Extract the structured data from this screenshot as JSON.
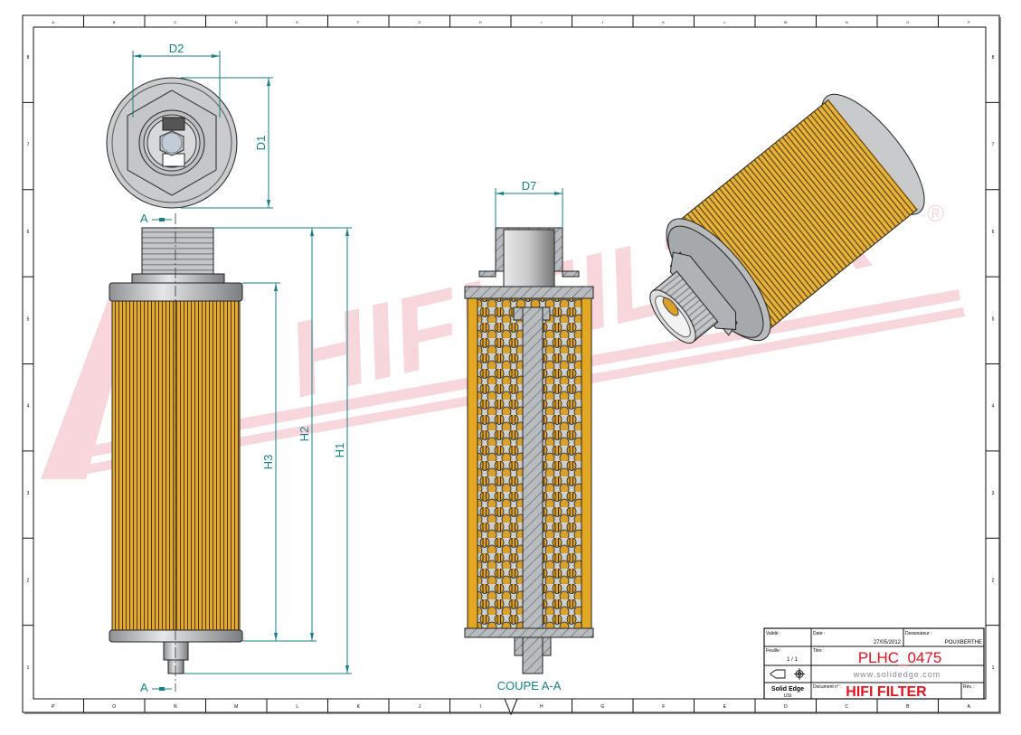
{
  "border": {
    "top_labels": [
      "A",
      "B",
      "C",
      "D",
      "E",
      "F",
      "G",
      "H",
      "I",
      "J",
      "K",
      "L",
      "M",
      "N",
      "O",
      "P"
    ],
    "bottom_labels": [
      "P",
      "O",
      "N",
      "M",
      "L",
      "K",
      "J",
      "I",
      "H",
      "G",
      "F",
      "E",
      "D",
      "C",
      "B",
      "A"
    ],
    "left_labels": [
      "1",
      "2",
      "3",
      "4",
      "5",
      "6",
      "7",
      "8"
    ],
    "right_labels": [
      "8",
      "7",
      "6",
      "5",
      "4",
      "3",
      "2",
      "1"
    ]
  },
  "watermark": {
    "text": "HIFI FILTER",
    "mark": "®",
    "color": "#f2b8c0"
  },
  "views": {
    "top": {
      "d2": "D2",
      "d1": "D1"
    },
    "side": {
      "h1": "H1",
      "h2": "H2",
      "h3": "H3",
      "section_mark_top": "A",
      "section_mark_bottom": "A"
    },
    "section": {
      "d7": "D7",
      "caption": "COUPE A-A"
    }
  },
  "colors": {
    "dimension": "#1a7f86",
    "pleat": "#e0a526",
    "metal": "#b9bcbf",
    "title_red": "#e0141e"
  },
  "title_block": {
    "valide_label": "Validé :",
    "date_label": "Date :",
    "date": "27/05/2012",
    "dessinateur_label": "Dessinateur :",
    "dessinateur": "POUXBERTHE",
    "feuille_label": "Feuille :",
    "feuille": "1 / 1",
    "titre_label": "Titre :",
    "titre": "PLHC_0475",
    "website": "www.solidedge.com",
    "software": "Solid Edge",
    "units": "USI",
    "document_label": "Document n° :",
    "document": "HIFI FILTER",
    "rev_label": "Rév. :"
  }
}
